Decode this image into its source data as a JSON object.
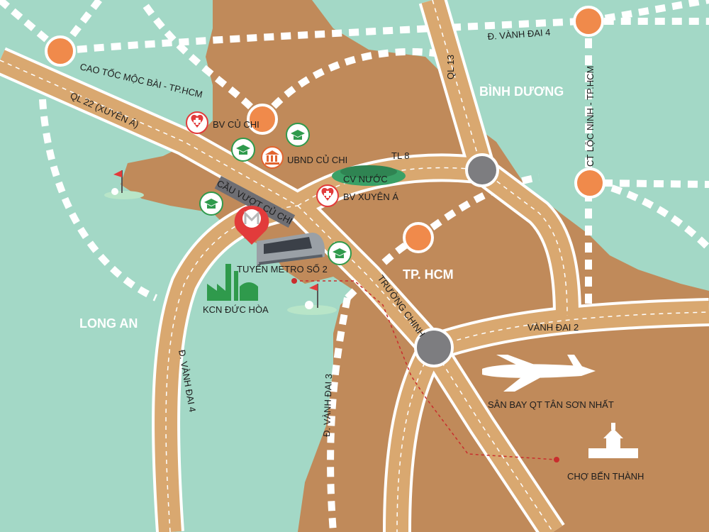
{
  "regions": {
    "binh_duong": "BÌNH DƯƠNG",
    "tp_hcm": "TP. HCM",
    "long_an": "LONG AN"
  },
  "roads": {
    "vanh_dai_4_top": "Đ. VÀNH ĐAI 4",
    "cao_toc": "CAO TỐC MỘC BÀI - TP.HCM",
    "ql22": "QL 22 (XUYÊN Á)",
    "ql13": "QL 13",
    "ct_loc_ninh": "CT LỘC NINH - TP.HCM",
    "tl8": "TL 8",
    "truong_chinh": "TRƯỜNG CHINH",
    "vanh_dai_2": "VÀNH ĐAI 2",
    "vanh_dai_3": "Đ. VÀNH ĐAI 3",
    "vanh_dai_4_left": "Đ. VÀNH ĐAI 4",
    "cau_vuot": "CẦU VƯỢT CỦ CHI"
  },
  "pois": {
    "bv_cu_chi": "BV CỦ CHI",
    "ubnd": "UBND CỦ CHI",
    "cv_nuoc": "CV NƯỚC",
    "bv_xuyen_a": "BV XUYÊN Á",
    "metro": "TUYẾN METRO SỐ 2",
    "kcn": "KCN ĐỨC HÒA",
    "san_bay": "SÂN BAY QT TÂN SƠN NHẤT",
    "cho_ben_thanh": "CHỢ BẾN THÀNH"
  },
  "colors": {
    "background": "#a3d8c6",
    "land": "#c89565",
    "road": "#d9a870",
    "road_edge": "#ffffff",
    "dashed_road": "#ffffff",
    "node_orange": "#f08a4b",
    "node_grey": "#7d7d80",
    "pin_red": "#e23b3b",
    "icon_green": "#2f9a4c",
    "metro_dash": "#c92d2d"
  }
}
